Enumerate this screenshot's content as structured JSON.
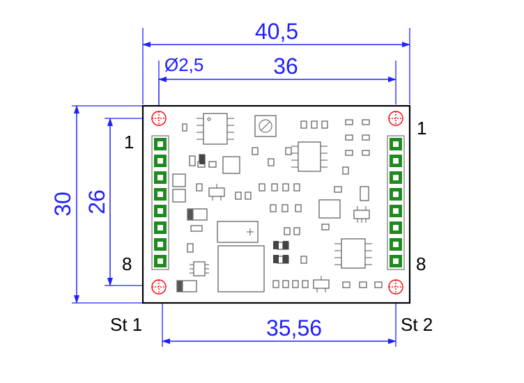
{
  "colors": {
    "dimension": "#2020ff",
    "board_outline": "#000000",
    "pad_green": "#1f8a1f",
    "hole_red": "#ff0000",
    "component": "#707070"
  },
  "dimensions": {
    "overall_width": "40,5",
    "hole_spacing_x": "36",
    "hole_diameter": "Ø2,5",
    "overall_height": "30",
    "hole_spacing_y": "26",
    "header_spacing": "35,56"
  },
  "labels": {
    "left_pin_first": "1",
    "left_pin_last": "8",
    "right_pin_first": "1",
    "right_pin_last": "8",
    "connector_left": "St 1",
    "connector_right": "St 2"
  }
}
